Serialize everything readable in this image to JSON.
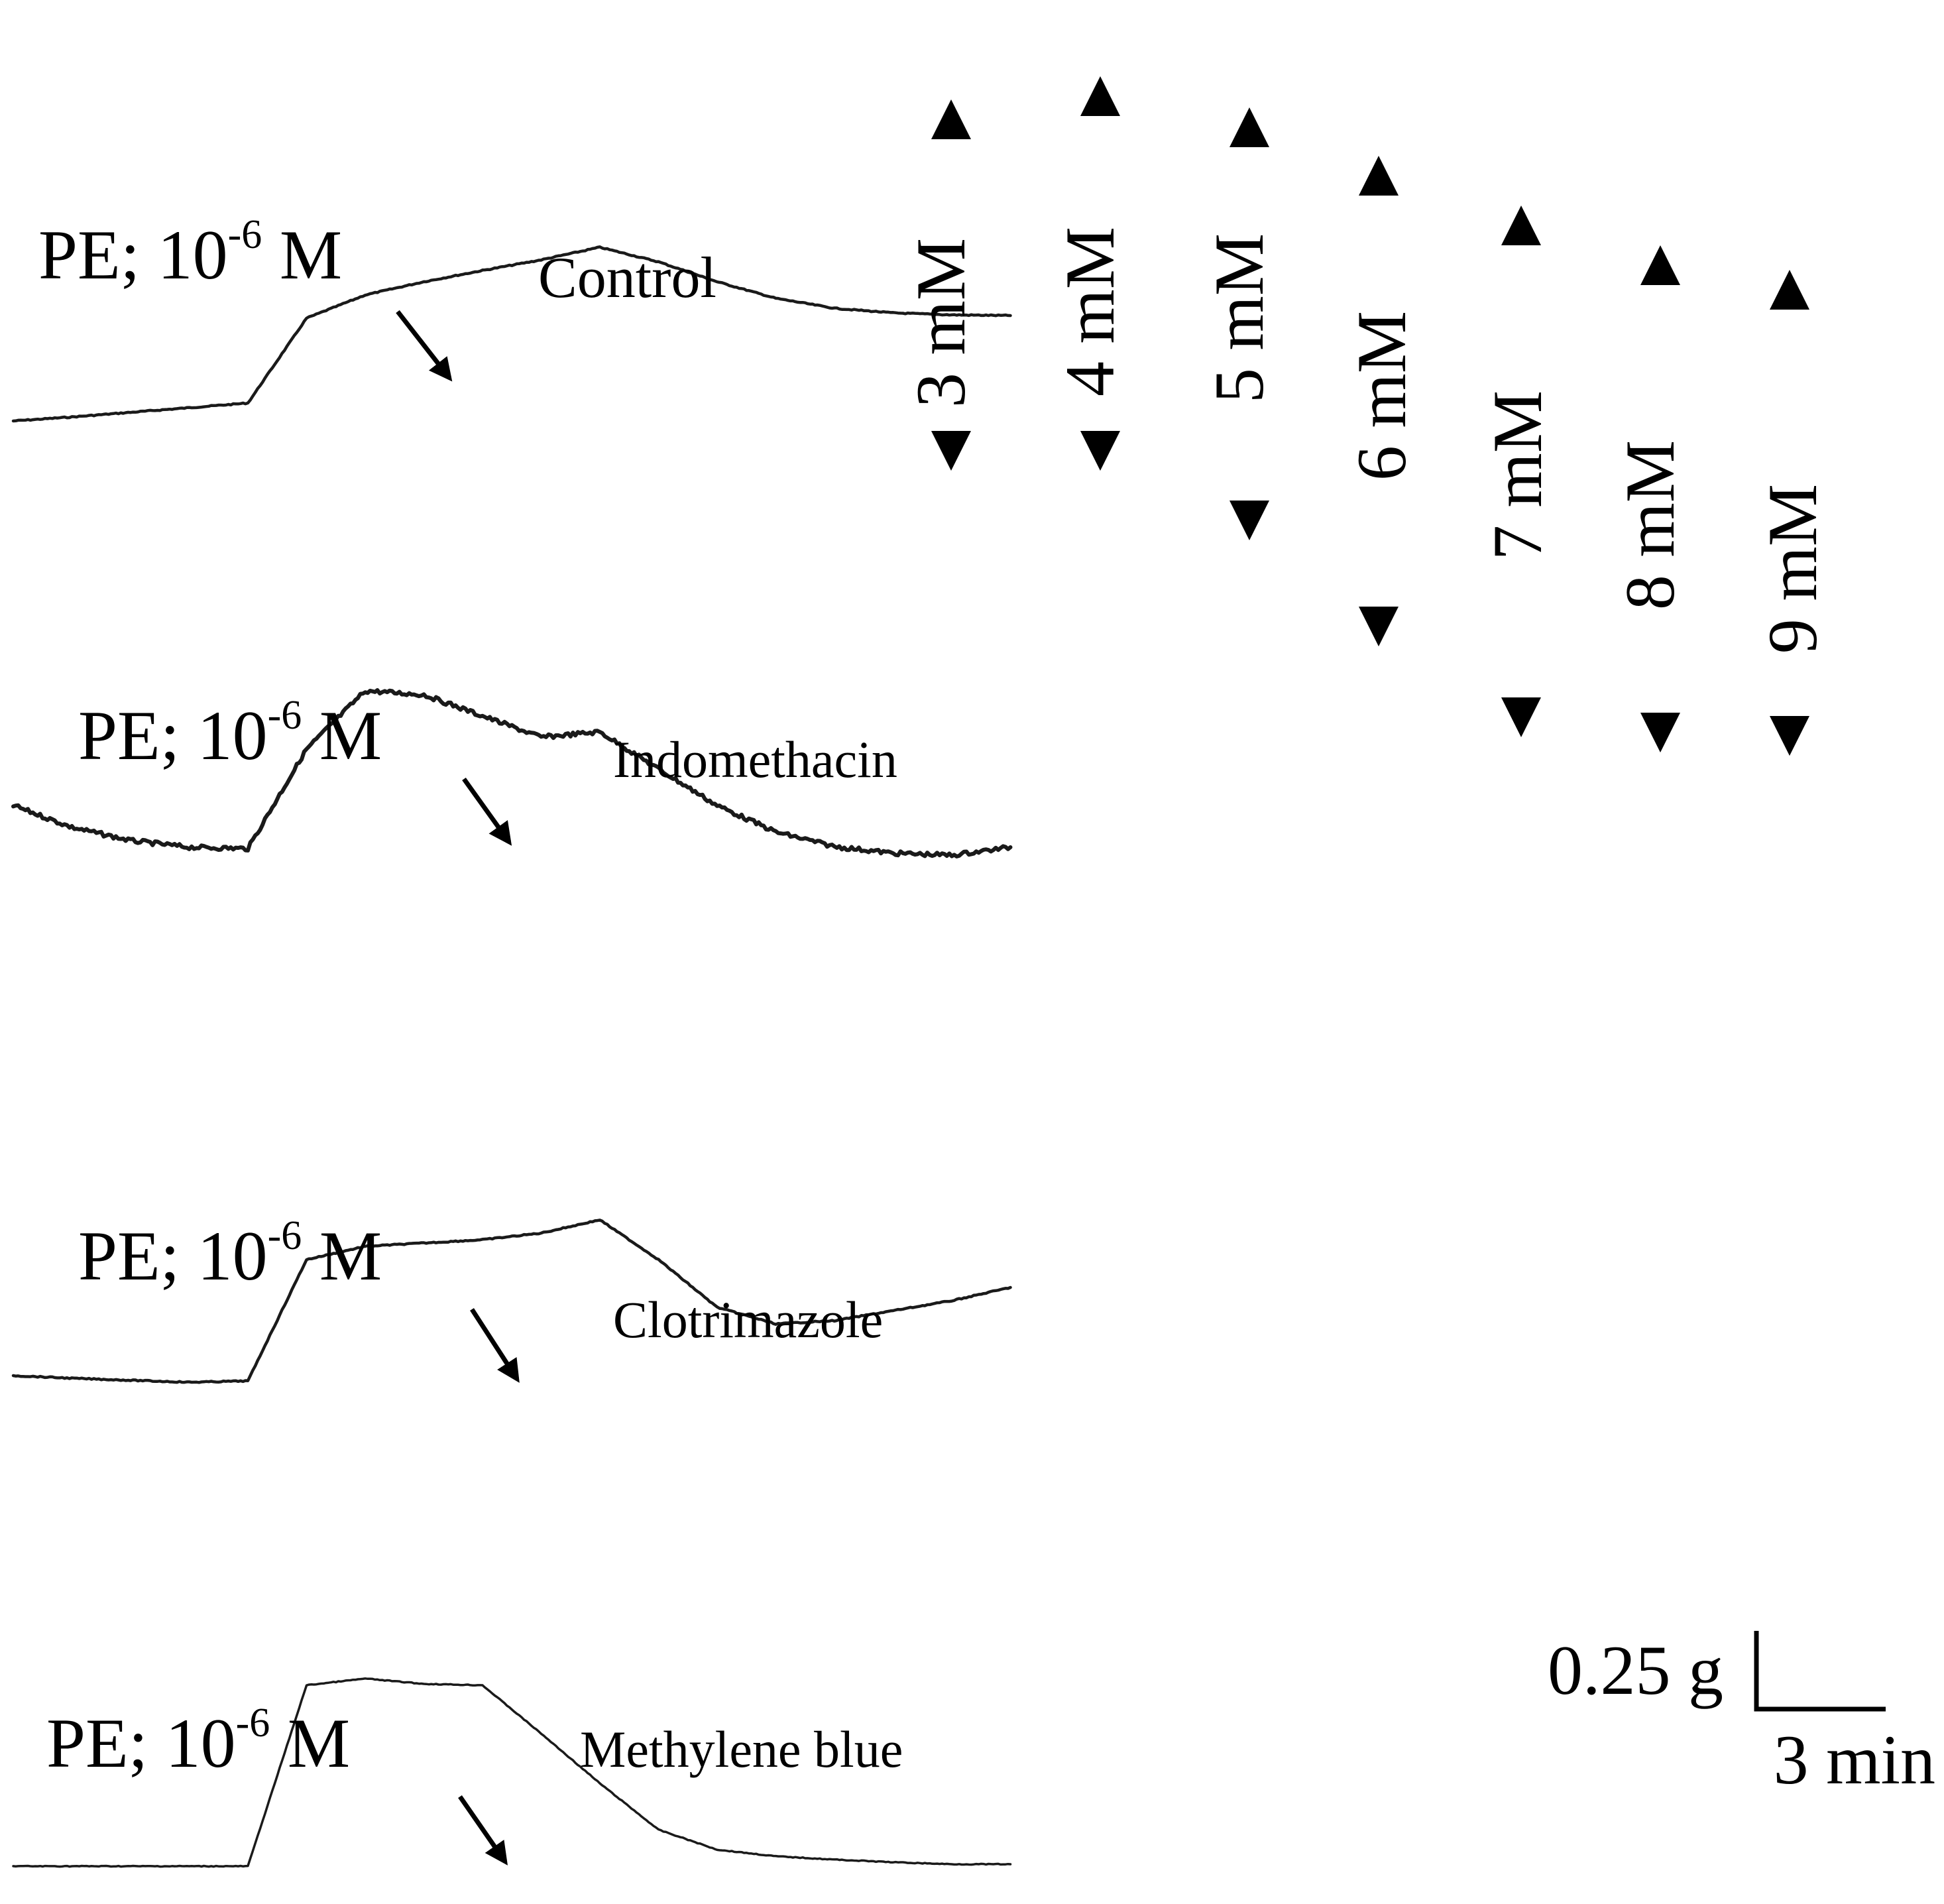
{
  "chart_data": {
    "type": "line",
    "title": "",
    "xlabel": "",
    "ylabel": "",
    "grid": false,
    "legend": "none",
    "scale_bar": {
      "y_label": "0.25 g",
      "x_label": "3 min"
    },
    "stimulus_label_main": "PE; 10",
    "stimulus_label_exp": "-6",
    "stimulus_label_unit": " M",
    "concentration_labels": [
      "3 mM",
      "4 mM",
      "5 mM",
      "6 mM",
      "7 mM",
      "8 mM",
      "9 mM"
    ],
    "series": [
      {
        "name": "Control",
        "x": [
          0,
          1,
          2,
          3,
          4,
          5,
          6,
          7,
          8,
          9,
          10,
          11,
          12,
          13,
          14,
          15,
          16,
          17
        ],
        "y": [
          0.0,
          0.06,
          0.13,
          0.2,
          0.27,
          1.55,
          1.9,
          2.1,
          2.27,
          2.43,
          2.62,
          2.4,
          2.1,
          1.85,
          1.7,
          1.63,
          1.6,
          1.59
        ]
      },
      {
        "name": "Indomethacin",
        "x": [
          0,
          1,
          2,
          3,
          4,
          5,
          6,
          7,
          8,
          9,
          10,
          11,
          12,
          13,
          14,
          15,
          16,
          17
        ],
        "y": [
          0.75,
          0.42,
          0.22,
          0.12,
          0.1,
          1.6,
          2.48,
          2.42,
          2.1,
          1.78,
          1.86,
          1.3,
          0.75,
          0.35,
          0.13,
          0.03,
          0.0,
          0.12
        ]
      },
      {
        "name": "Clotrimazole",
        "x": [
          0,
          1,
          2,
          3,
          4,
          5,
          6,
          7,
          8,
          9,
          10,
          11,
          12,
          13,
          14,
          15,
          16,
          17
        ],
        "y": [
          0.1,
          0.06,
          0.03,
          0.0,
          0.02,
          1.85,
          2.05,
          2.1,
          2.15,
          2.25,
          2.45,
          1.85,
          1.13,
          0.88,
          0.93,
          1.08,
          1.23,
          1.43
        ]
      },
      {
        "name": "Methylene blue",
        "x": [
          0,
          1,
          2,
          3,
          4,
          5,
          6,
          7,
          8,
          9,
          10,
          11,
          12,
          13,
          14,
          15,
          16,
          17
        ],
        "y": [
          0.0,
          0.0,
          0.0,
          0.0,
          0.0,
          2.73,
          2.83,
          2.75,
          2.73,
          2.0,
          1.25,
          0.55,
          0.25,
          0.15,
          0.1,
          0.06,
          0.03,
          0.03
        ]
      }
    ]
  }
}
